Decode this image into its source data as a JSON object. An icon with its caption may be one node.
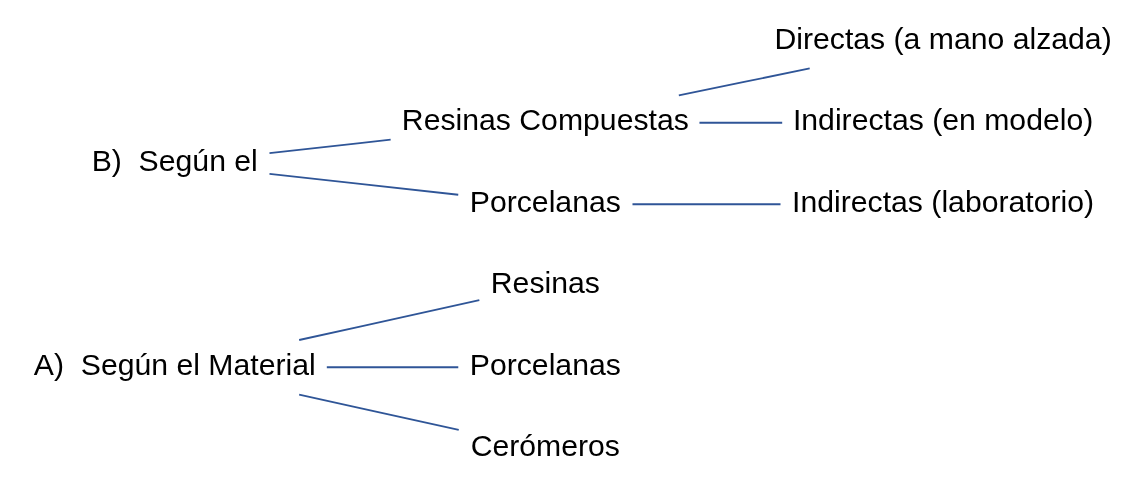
{
  "diagram": {
    "nodes": [
      {
        "text": [
          "A)  Según el Material"
        ]
      },
      {
        "text": [
          "Resinas"
        ]
      },
      {
        "text": [
          "Porcelanas"
        ]
      },
      {
        "text": [
          "Cerómeros"
        ]
      },
      {
        "text": [
          "B)  Según el"
        ]
      },
      {
        "text": [
          "Resinas Compuestas"
        ]
      },
      {
        "text": [
          "Porcelanas"
        ]
      },
      {
        "text": [
          "Directas (a mano alzada)"
        ]
      },
      {
        "text": [
          "Indirectas (en modelo)"
        ]
      },
      {
        "text": [
          "Indirectas (laboratorio)"
        ]
      }
    ],
    "edges": [
      {
        "from": 0,
        "to": 1,
        "arrow": "none"
      },
      {
        "from": 0,
        "to": 2,
        "arrow": "none"
      },
      {
        "from": 0,
        "to": 3,
        "arrow": "none"
      },
      {
        "from": 4,
        "to": 5,
        "arrow": "none"
      },
      {
        "from": 4,
        "to": 6,
        "arrow": "none"
      },
      {
        "from": 5,
        "to": 7,
        "arrow": "none"
      },
      {
        "from": 5,
        "to": 8,
        "arrow": "none"
      },
      {
        "from": 6,
        "to": 9,
        "arrow": "none"
      }
    ]
  }
}
